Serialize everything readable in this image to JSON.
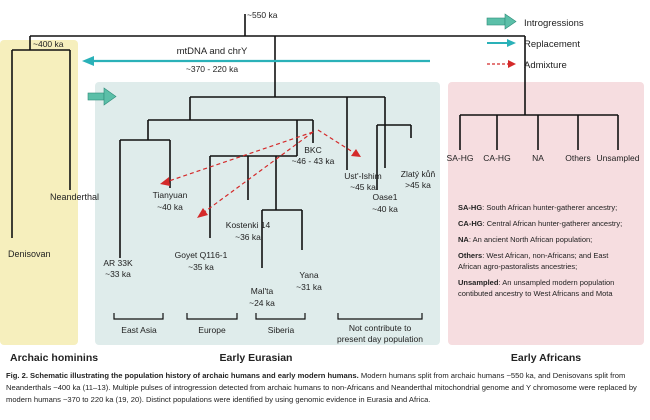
{
  "top_split": "~550 ka",
  "archaic_split": "~400 ka",
  "mtdna_label": "mtDNA and chrY",
  "mtdna_date": "~370 - 220 ka",
  "legend": {
    "introgressions": "Introgressions",
    "replacement": "Replacement",
    "admixture": "Admixture",
    "introgression_color": "#5bbfa8",
    "replacement_color": "#2ab1b8",
    "admixture_color": "#d42a2a"
  },
  "panels": {
    "archaic_bg": "#f6efbd",
    "eurasian_bg": "#dfeceb",
    "african_bg": "#f6dde0"
  },
  "archaic": {
    "denisovan": "Denisovan",
    "neanderthal": "Neanderthal"
  },
  "eurasian": {
    "bkc": "BKC",
    "bkc_date": "~46 - 43 ka",
    "ust_ishim": "Ust'-Ishim",
    "ust_ishim_date": "~45 ka",
    "zlaty_kun": "Zlatý kůň",
    "zlaty_kun_date": ">45 ka",
    "tianyuan": "Tianyuan",
    "tianyuan_date": "~40 ka",
    "oase1": "Oase1",
    "oase1_date": "~40 ka",
    "kostenki": "Kostenki 14",
    "kostenki_date": "~36 ka",
    "ar33k": "AR 33K",
    "ar33k_date": "~33 ka",
    "goyet": "Goyet Q116-1",
    "goyet_date": "~35 ka",
    "yana": "Yana",
    "yana_date": "~31 ka",
    "malta": "Mal'ta",
    "malta_date": "~24 ka",
    "groups": {
      "east_asia": "East Asia",
      "europe": "Europe",
      "siberia": "Siberia",
      "not_contribute_1": "Not contribute to",
      "not_contribute_2": "present day population"
    }
  },
  "african": {
    "groups": [
      "SA-HG",
      "CA-HG",
      "NA",
      "Others",
      "Unsampled"
    ],
    "notes": [
      {
        "key": "SA-HG",
        "lines": [
          ": South African hunter-gatherer ancestry;"
        ]
      },
      {
        "key": "CA-HG",
        "lines": [
          ": Central African hunter-gatherer ancestry;"
        ]
      },
      {
        "key": "NA",
        "lines": [
          ": An ancient North African population;"
        ]
      },
      {
        "key": "Others",
        "lines": [
          ": West African, non-Africans; and East",
          "African agro-pastoralists ancestries;"
        ]
      },
      {
        "key": "Unsampled",
        "lines": [
          ": An unsampled modern population",
          "contibuted ancestry to West Africans and Mota"
        ]
      }
    ]
  },
  "section_titles": {
    "archaic": "Archaic hominins",
    "eurasian": "Early Eurasian",
    "african": "Early Africans"
  },
  "caption": {
    "bold": "Fig. 2. Schematic illustrating the population history of archaic humans and early modern humans.",
    "body": " Modern humans split from archaic humans ~550 ka, and Denisovans split from Neanderthals ~400 ka (11–13). Multiple pulses of introgression detected from archaic humans to non-Africans and Neanderthal mitochondrial genome and Y chromosome were replaced by modern humans ~370 to 220 ka (19, 20). Distinct populations were identified by using genomic evidence in Eurasia and Africa."
  }
}
